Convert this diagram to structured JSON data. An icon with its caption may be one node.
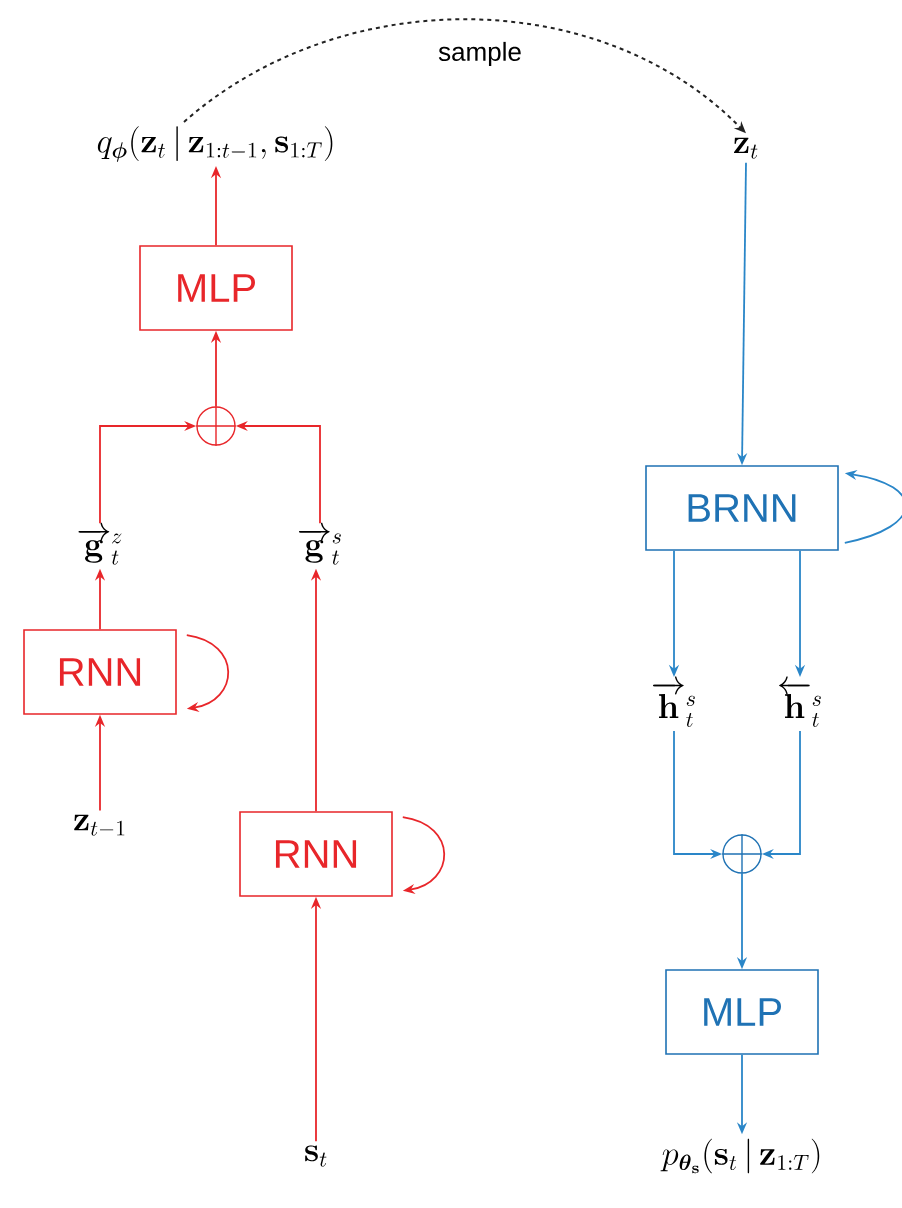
{
  "diagram": {
    "nodes": [
      {
        "text": [
          "q_{\\boldsymbol{\\phi}}(\\mathbf{z}_t\\,|\\,\\mathbf{z}_{1:t-1},\\mathbf{s}_{1:T})"
        ]
      },
      {
        "text": [
          "MLP"
        ]
      },
      {
        "text": [],
        "shape": "circle"
      },
      {
        "text": [
          "\\overrightarrow{\\mathbf{g}}_t^{z}"
        ]
      },
      {
        "text": [
          "\\overrightarrow{\\mathbf{g}}_t^{s}"
        ]
      },
      {
        "text": [
          "RNN"
        ]
      },
      {
        "text": [
          "\\mathbf{z}_{t-1}"
        ]
      },
      {
        "text": [
          "RNN"
        ]
      },
      {
        "text": [
          "\\mathbf{s}_t"
        ]
      },
      {
        "text": [
          "\\mathbf{z}_t"
        ]
      },
      {
        "text": [
          "BRNN"
        ]
      },
      {
        "text": [
          "\\overrightarrow{\\mathbf{h}}_t^{s}"
        ]
      },
      {
        "text": [
          "\\overleftarrow{\\mathbf{h}}_t^{s}"
        ]
      },
      {
        "text": [],
        "shape": "circle"
      },
      {
        "text": [
          "MLP"
        ]
      },
      {
        "text": [
          "p_{\\boldsymbol{\\theta}_{\\mathbf{s}}}(\\mathbf{s}_t\\,|\\,\\mathbf{z}_{1:T})"
        ]
      }
    ],
    "edges": [
      {
        "from": 0,
        "to": 9,
        "arrow": "to",
        "label": "sample",
        "style": "dashed",
        "color": "#222222"
      },
      {
        "from": 1,
        "to": 0,
        "arrow": "to"
      },
      {
        "from": 2,
        "to": 1,
        "arrow": "to"
      },
      {
        "from": 3,
        "to": 2,
        "arrow": "to"
      },
      {
        "from": 4,
        "to": 2,
        "arrow": "to"
      },
      {
        "from": 5,
        "to": 3,
        "arrow": "to"
      },
      {
        "from": 6,
        "to": 5,
        "arrow": "to"
      },
      {
        "from": 5,
        "to": 5,
        "arrow": "to"
      },
      {
        "from": 7,
        "to": 4,
        "arrow": "to"
      },
      {
        "from": 8,
        "to": 7,
        "arrow": "to"
      },
      {
        "from": 7,
        "to": 7,
        "arrow": "to"
      },
      {
        "from": 9,
        "to": 10,
        "arrow": "to",
        "color": "#2a86c8"
      },
      {
        "from": 10,
        "to": 10,
        "arrow": "to",
        "color": "#2a86c8"
      },
      {
        "from": 10,
        "to": 11,
        "arrow": "to",
        "color": "#2a86c8"
      },
      {
        "from": 10,
        "to": 12,
        "arrow": "to",
        "color": "#2a86c8"
      },
      {
        "from": 11,
        "to": 13,
        "arrow": "to",
        "color": "#2a86c8"
      },
      {
        "from": 12,
        "to": 13,
        "arrow": "to",
        "color": "#2a86c8"
      },
      {
        "from": 13,
        "to": 14,
        "arrow": "to",
        "color": "#2a86c8"
      },
      {
        "from": 14,
        "to": 15,
        "arrow": "to",
        "color": "#2a86c8"
      }
    ]
  }
}
